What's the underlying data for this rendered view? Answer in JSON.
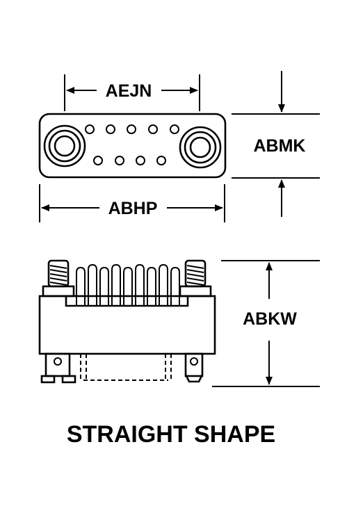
{
  "labels": {
    "aejn": "AEJN",
    "abhp": "ABHP",
    "abmk": "ABMK",
    "abkw": "ABKW"
  },
  "caption": "STRAIGHT SHAPE",
  "colors": {
    "ink": "#000000",
    "paper": "#ffffff"
  }
}
